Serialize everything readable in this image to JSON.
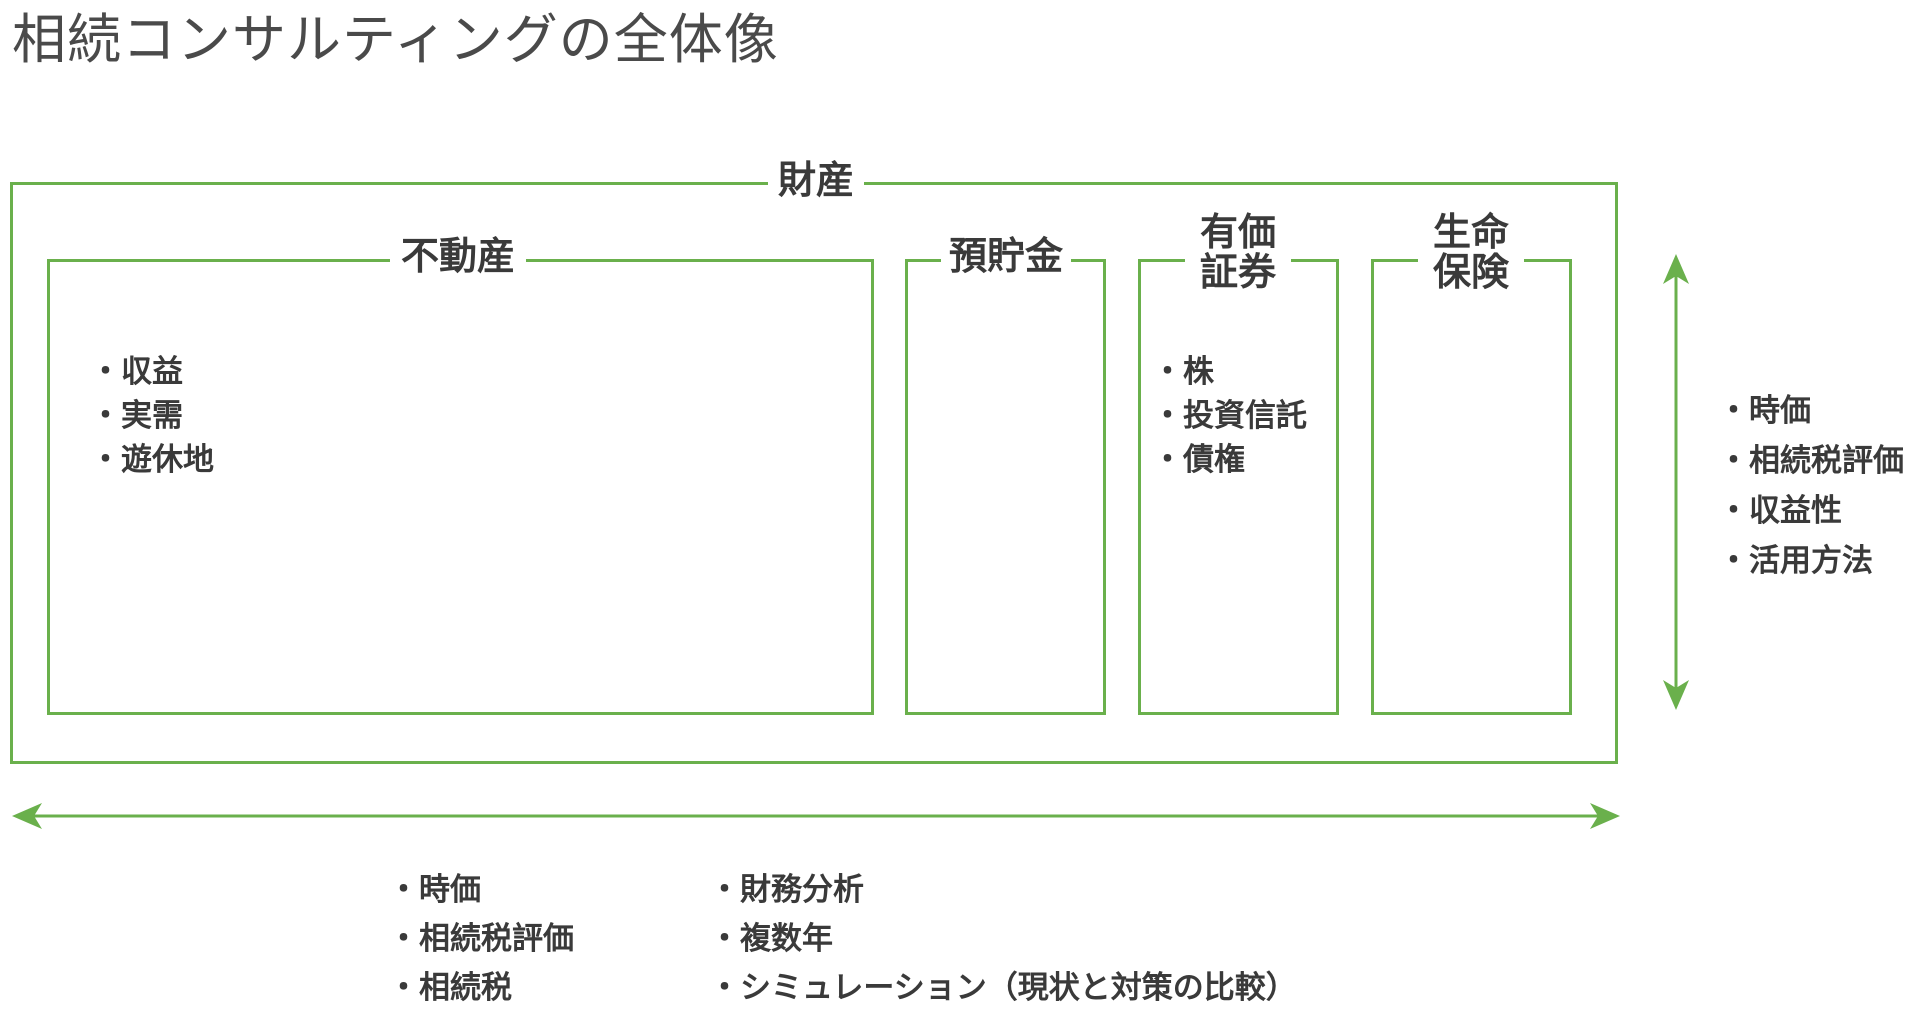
{
  "title": "相続コンサルティングの全体像",
  "assets": {
    "label": "財産",
    "real_estate": {
      "label": "不動産",
      "items": [
        "収益",
        "実需",
        "遊休地"
      ]
    },
    "deposits": {
      "label": "預貯金"
    },
    "securities": {
      "label_line1": "有価",
      "label_line2": "証券",
      "items": [
        "株",
        "投資信託",
        "債権"
      ]
    },
    "insurance": {
      "label_line1": "生命",
      "label_line2": "保険"
    }
  },
  "vertical_axis": {
    "items": [
      "時価",
      "相続税評価",
      "収益性",
      "活用方法"
    ]
  },
  "horizontal_axis": {
    "left_items": [
      "時価",
      "相続税評価",
      "相続税"
    ],
    "right_items": [
      "財務分析",
      "複数年",
      "シミュレーション（現状と対策の比較）"
    ]
  },
  "colors": {
    "accent": "#6ab04c"
  }
}
